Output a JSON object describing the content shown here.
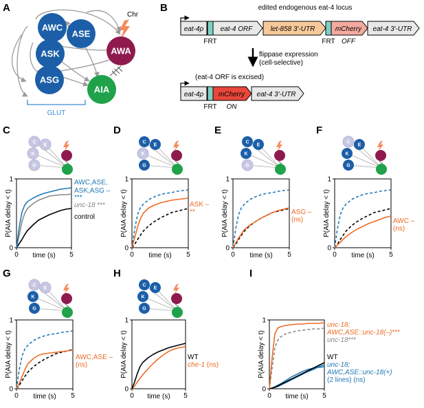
{
  "colors": {
    "blue": "#1f78b4",
    "dark_blue": "#1c5fa8",
    "orange": "#ee6a24",
    "gray": "#888888",
    "black": "#000000",
    "aia_green": "#1fa24a",
    "awa_purple": "#8e1a4e",
    "teal": "#7fd0c4",
    "orf_fill": "#f7c99a",
    "utr858_fill": "#f7c99a",
    "mcherry_off": "#f4aaa0",
    "mcherry_on": "#e8473a",
    "glut_blue": "#3a8ed6",
    "faded": "#c7c7e4",
    "chr_orange": "#f48b5c"
  },
  "panel_labels": [
    "A",
    "B",
    "C",
    "D",
    "E",
    "F",
    "G",
    "H",
    "I"
  ],
  "panel_a": {
    "nodes": {
      "awc": "AWC",
      "ase": "ASE",
      "ask": "ASK",
      "asg": "ASG",
      "awa": "AWA",
      "aia": "AIA"
    },
    "chr": "Chr",
    "glut": "GLUT"
  },
  "panel_b": {
    "title": "edited endogenous eat-4 locus",
    "top_boxes": {
      "promoter": "eat-4p",
      "orf": "eat-4 ORF",
      "utr858": "let-858 3'-UTR",
      "mcherry": "mCherry",
      "utr": "eat-4 3'-UTR"
    },
    "frt1": "FRT",
    "frt2": "FRT",
    "off": "OFF",
    "flip1": "flippase expression",
    "flip2": "(cell-selective)",
    "excised": "(eat-4 ORF is excised)",
    "bottom_boxes": {
      "promoter": "eat-4p",
      "mcherry": "mCherry",
      "utr": "eat-4 3'-UTR"
    },
    "frt3": "FRT",
    "on": "ON"
  },
  "mini_icons": {
    "c": {
      "C": "C",
      "E": "E",
      "K": "K",
      "G": "G"
    },
    "d": {
      "C": "C",
      "E": "E",
      "K": "K",
      "G": "G"
    },
    "e": {
      "C": "C",
      "E": "E",
      "K": "K",
      "G": "G"
    },
    "f": {
      "C": "C",
      "E": "E",
      "K": "K",
      "G": "G"
    },
    "g": {
      "C": "C",
      "E": "E",
      "K": "K",
      "G": "G"
    },
    "h": {
      "C": "C",
      "E": "E",
      "K": "K",
      "G": "G"
    }
  },
  "axes": {
    "ylabel": "P(AIA delay < t)",
    "xlabel": "time (s)",
    "x_ticks": [
      "0",
      "5"
    ],
    "y_ticks": [
      "0",
      "1"
    ]
  },
  "chart_data": [
    {
      "panel": "C",
      "type": "line",
      "xlabel": "time (s)",
      "ylabel": "P(AIA delay < t)",
      "xlim": [
        0,
        5
      ],
      "ylim": [
        0,
        1
      ],
      "x_ticks": [
        0,
        5
      ],
      "y_ticks": [
        0,
        1
      ],
      "x": [
        0,
        0.25,
        0.5,
        0.75,
        1,
        1.5,
        2,
        2.5,
        3,
        3.5,
        4,
        4.5,
        5
      ],
      "series": [
        {
          "name": "AWC,ASE, ASK,ASG –",
          "significance": "***",
          "color": "blue",
          "dash": false,
          "values": [
            0,
            0.3,
            0.52,
            0.62,
            0.67,
            0.72,
            0.76,
            0.79,
            0.81,
            0.83,
            0.85,
            0.86,
            0.87
          ]
        },
        {
          "name": "unc-18",
          "significance": "***",
          "color": "gray",
          "dash": false,
          "values": [
            0,
            0.18,
            0.38,
            0.5,
            0.57,
            0.64,
            0.69,
            0.72,
            0.75,
            0.76,
            0.77,
            0.77,
            0.78
          ]
        },
        {
          "name": "control",
          "color": "black",
          "dash": false,
          "values": [
            0,
            0.06,
            0.12,
            0.19,
            0.25,
            0.33,
            0.4,
            0.44,
            0.48,
            0.51,
            0.54,
            0.56,
            0.57
          ]
        }
      ]
    },
    {
      "panel": "D",
      "type": "line",
      "xlabel": "time (s)",
      "ylabel": "P(AIA delay < t)",
      "xlim": [
        0,
        5
      ],
      "ylim": [
        0,
        1
      ],
      "x_ticks": [
        0,
        5
      ],
      "y_ticks": [
        0,
        1
      ],
      "x": [
        0,
        0.25,
        0.5,
        0.75,
        1,
        1.5,
        2,
        2.5,
        3,
        3.5,
        4,
        4.5,
        5
      ],
      "series": [
        {
          "name": "ASK –",
          "significance": "**",
          "color": "orange",
          "dash": false,
          "values": [
            0,
            0.15,
            0.3,
            0.42,
            0.5,
            0.58,
            0.62,
            0.65,
            0.67,
            0.69,
            0.7,
            0.71,
            0.72
          ]
        },
        {
          "color": "blue",
          "dash": true,
          "values": [
            0,
            0.28,
            0.48,
            0.58,
            0.63,
            0.7,
            0.74,
            0.77,
            0.79,
            0.8,
            0.82,
            0.83,
            0.84
          ]
        },
        {
          "color": "black",
          "dash": true,
          "values": [
            0,
            0.05,
            0.12,
            0.18,
            0.24,
            0.32,
            0.38,
            0.43,
            0.47,
            0.51,
            0.53,
            0.55,
            0.57
          ]
        }
      ]
    },
    {
      "panel": "E",
      "type": "line",
      "xlabel": "time (s)",
      "ylabel": "P(AIA delay < t)",
      "xlim": [
        0,
        5
      ],
      "ylim": [
        0,
        1
      ],
      "x_ticks": [
        0,
        5
      ],
      "y_ticks": [
        0,
        1
      ],
      "x": [
        0,
        0.25,
        0.5,
        0.75,
        1,
        1.5,
        2,
        2.5,
        3,
        3.5,
        4,
        4.5,
        5
      ],
      "series": [
        {
          "name": "ASG –",
          "significance": "(ns)",
          "color": "orange",
          "dash": false,
          "values": [
            0,
            0.07,
            0.14,
            0.2,
            0.26,
            0.33,
            0.38,
            0.43,
            0.47,
            0.51,
            0.54,
            0.56,
            0.58
          ]
        },
        {
          "color": "blue",
          "dash": true,
          "values": [
            0,
            0.28,
            0.48,
            0.58,
            0.63,
            0.7,
            0.74,
            0.77,
            0.79,
            0.8,
            0.82,
            0.83,
            0.84
          ]
        },
        {
          "color": "black",
          "dash": true,
          "values": [
            0,
            0.05,
            0.12,
            0.18,
            0.24,
            0.32,
            0.38,
            0.43,
            0.47,
            0.51,
            0.53,
            0.55,
            0.57
          ]
        }
      ]
    },
    {
      "panel": "F",
      "type": "line",
      "xlabel": "time (s)",
      "ylabel": "P(AIA delay < t)",
      "xlim": [
        0,
        5
      ],
      "ylim": [
        0,
        1
      ],
      "x_ticks": [
        0,
        5
      ],
      "y_ticks": [
        0,
        1
      ],
      "x": [
        0,
        0.25,
        0.5,
        0.75,
        1,
        1.5,
        2,
        2.5,
        3,
        3.5,
        4,
        4.5,
        5
      ],
      "series": [
        {
          "name": "AWC –",
          "significance": "(ns)",
          "color": "orange",
          "dash": false,
          "values": [
            0,
            0.04,
            0.08,
            0.12,
            0.16,
            0.22,
            0.27,
            0.31,
            0.35,
            0.38,
            0.41,
            0.44,
            0.46
          ]
        },
        {
          "color": "blue",
          "dash": true,
          "values": [
            0,
            0.28,
            0.48,
            0.58,
            0.63,
            0.7,
            0.74,
            0.77,
            0.79,
            0.8,
            0.82,
            0.83,
            0.84
          ]
        },
        {
          "color": "black",
          "dash": true,
          "values": [
            0,
            0.05,
            0.12,
            0.18,
            0.24,
            0.32,
            0.38,
            0.43,
            0.47,
            0.51,
            0.53,
            0.55,
            0.57
          ]
        }
      ]
    },
    {
      "panel": "G",
      "type": "line",
      "xlabel": "time (s)",
      "ylabel": "P(AIA delay < t)",
      "xlim": [
        0,
        5
      ],
      "ylim": [
        0,
        1
      ],
      "x_ticks": [
        0,
        5
      ],
      "y_ticks": [
        0,
        1
      ],
      "x": [
        0,
        0.25,
        0.5,
        0.75,
        1,
        1.5,
        2,
        2.5,
        3,
        3.5,
        4,
        4.5,
        5
      ],
      "series": [
        {
          "name": "AWC,ASE –",
          "significance": "(ns)",
          "color": "orange",
          "dash": false,
          "values": [
            0,
            0.08,
            0.18,
            0.28,
            0.36,
            0.44,
            0.49,
            0.51,
            0.52,
            0.53,
            0.54,
            0.55,
            0.56
          ]
        },
        {
          "color": "blue",
          "dash": true,
          "values": [
            0,
            0.28,
            0.48,
            0.58,
            0.63,
            0.7,
            0.74,
            0.77,
            0.79,
            0.8,
            0.82,
            0.83,
            0.84
          ]
        },
        {
          "color": "black",
          "dash": true,
          "values": [
            0,
            0.05,
            0.12,
            0.18,
            0.24,
            0.32,
            0.38,
            0.43,
            0.47,
            0.51,
            0.53,
            0.55,
            0.57
          ]
        }
      ]
    },
    {
      "panel": "H",
      "type": "line",
      "xlabel": "time (s)",
      "ylabel": "P(AIA delay < t)",
      "xlim": [
        0,
        5
      ],
      "ylim": [
        0,
        1
      ],
      "x_ticks": [
        0,
        5
      ],
      "y_ticks": [
        0,
        1
      ],
      "x": [
        0,
        0.25,
        0.5,
        0.75,
        1,
        1.5,
        2,
        2.5,
        3,
        3.5,
        4,
        4.5,
        5
      ],
      "series": [
        {
          "name": "WT",
          "color": "black",
          "dash": false,
          "values": [
            0,
            0.1,
            0.22,
            0.32,
            0.38,
            0.45,
            0.5,
            0.54,
            0.57,
            0.6,
            0.62,
            0.64,
            0.66
          ]
        },
        {
          "name": "che-1",
          "significance": "(ns)",
          "color": "orange",
          "dash": false,
          "values": [
            0,
            0.04,
            0.1,
            0.15,
            0.2,
            0.29,
            0.37,
            0.44,
            0.5,
            0.55,
            0.58,
            0.6,
            0.61
          ]
        }
      ]
    },
    {
      "panel": "I",
      "type": "line",
      "xlabel": "time (s)",
      "ylabel": "P(AIA delay < t)",
      "xlim": [
        0,
        5
      ],
      "ylim": [
        0,
        1
      ],
      "x_ticks": [
        0,
        5
      ],
      "y_ticks": [
        0,
        1
      ],
      "x": [
        0,
        0.25,
        0.5,
        0.75,
        1,
        1.5,
        2,
        2.5,
        3,
        3.5,
        4,
        4.5,
        5
      ],
      "series": [
        {
          "name": "unc-18; AWC,ASE::unc-18(–)",
          "significance": "***",
          "color": "orange",
          "dash": false,
          "values": [
            0,
            0.45,
            0.8,
            0.88,
            0.9,
            0.92,
            0.93,
            0.94,
            0.94,
            0.95,
            0.95,
            0.95,
            0.96
          ]
        },
        {
          "name": "unc-18",
          "significance": "***",
          "color": "gray",
          "dash": true,
          "values": [
            0,
            0.3,
            0.6,
            0.7,
            0.75,
            0.8,
            0.82,
            0.84,
            0.85,
            0.86,
            0.87,
            0.87,
            0.88
          ]
        },
        {
          "name": "WT",
          "color": "black",
          "dash": false,
          "values": [
            0,
            0.01,
            0.02,
            0.04,
            0.06,
            0.1,
            0.14,
            0.18,
            0.22,
            0.26,
            0.3,
            0.34,
            0.38
          ]
        },
        {
          "name": "unc-18; AWC,ASE::unc-18(+) (2 lines)",
          "significance": "(ns)",
          "color": "blue",
          "dash": false,
          "values": [
            0,
            0.01,
            0.02,
            0.03,
            0.05,
            0.09,
            0.13,
            0.17,
            0.21,
            0.25,
            0.28,
            0.32,
            0.35
          ]
        },
        {
          "color": "blue",
          "dash": false,
          "values": [
            0,
            0.01,
            0.03,
            0.05,
            0.07,
            0.12,
            0.17,
            0.21,
            0.25,
            0.28,
            0.3,
            0.31,
            0.32
          ]
        }
      ]
    }
  ],
  "legends": {
    "c": {
      "l1": "AWC,ASE,",
      "l2": "ASK,ASG –",
      "l3": "***",
      "l4": "unc-18",
      "l4b": "***",
      "l5": "control"
    },
    "d": {
      "l1": "ASK –",
      "l2": "**"
    },
    "e": {
      "l1": "ASG –",
      "l2": "(ns)"
    },
    "f": {
      "l1": "AWC –",
      "l2": "(ns)"
    },
    "g": {
      "l1": "AWC,ASE –",
      "l2": "(ns)"
    },
    "h": {
      "l1": "WT",
      "l2": "che-1",
      "l2b": "(ns)"
    },
    "i": {
      "l1": "unc-18;",
      "l2": "AWC,ASE::unc-18(–)",
      "l2b": "***",
      "l3": "unc-18",
      "l3b": "***",
      "l4": "WT",
      "l5": "unc-18;",
      "l6": "AWC,ASE::unc-18(+)",
      "l7": "(2 lines) (ns)"
    }
  }
}
